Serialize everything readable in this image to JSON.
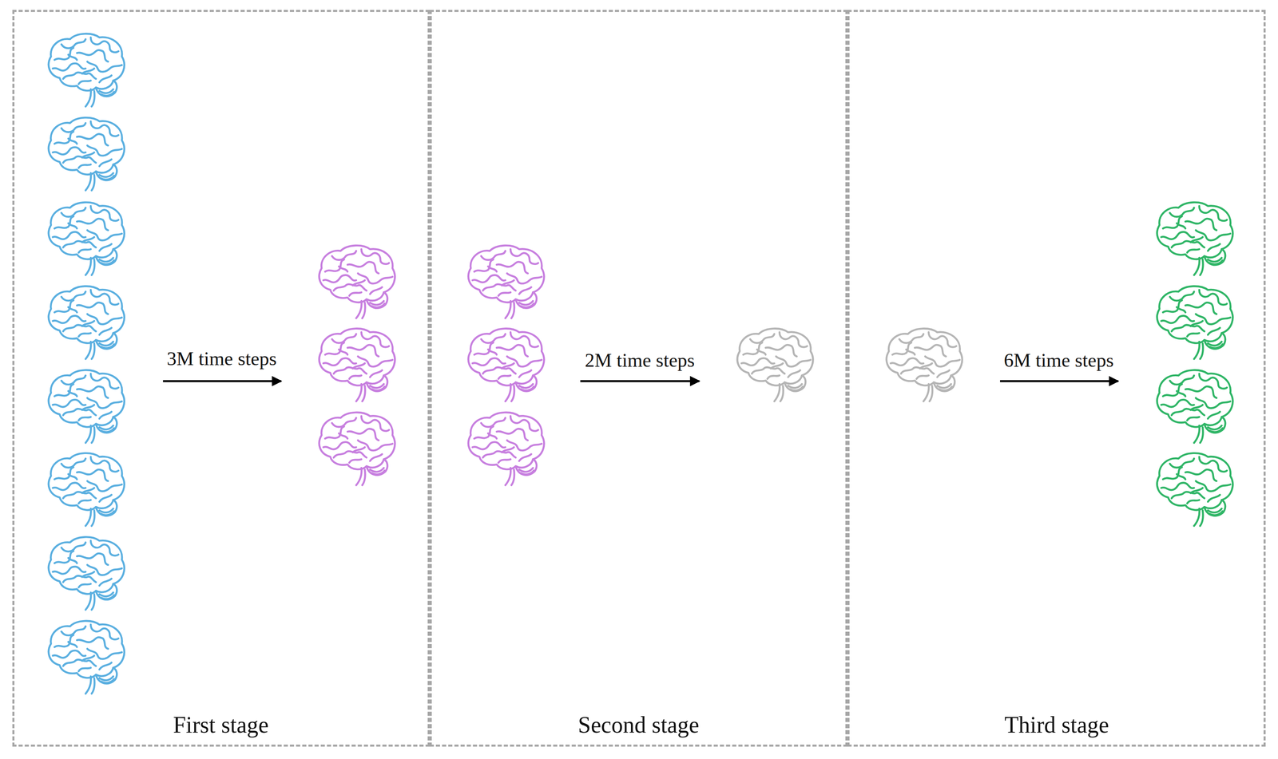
{
  "diagram": {
    "nodes": [
      {
        "text": [
          "First stage"
        ]
      },
      {
        "text": [
          "Second stage"
        ]
      },
      {
        "text": [
          "Third stage"
        ]
      }
    ],
    "labels": [
      "3M time steps",
      "2M time steps",
      "6M time steps"
    ]
  }
}
